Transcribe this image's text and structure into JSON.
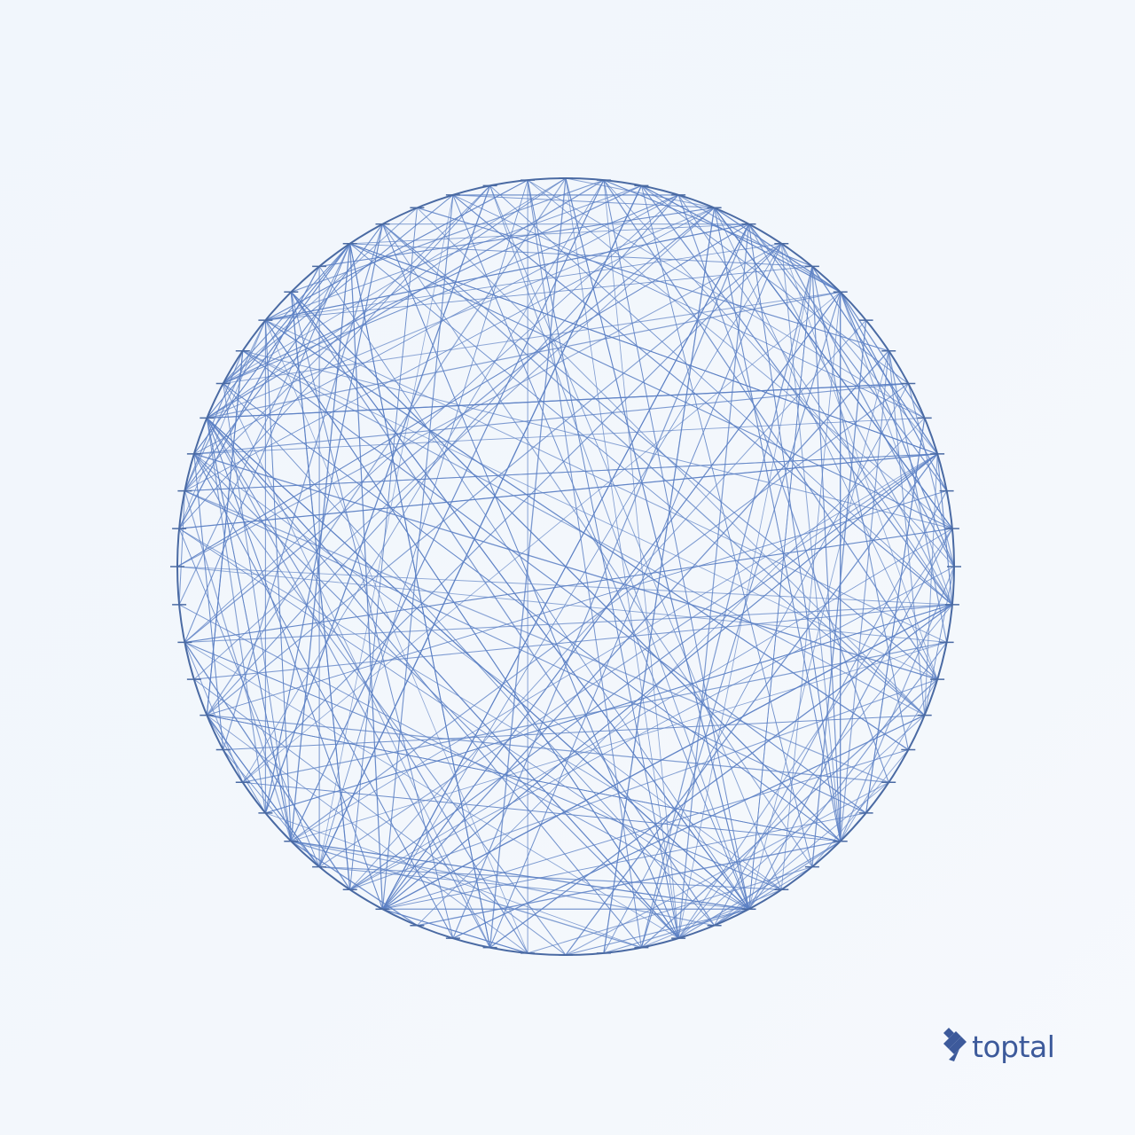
{
  "artwork": {
    "kind": "string-art circle of random chords between evenly spaced pegs",
    "colors": {
      "background": "#f3f7fc",
      "circle": "#4a6aa3",
      "chord": "#5b80c4",
      "peg": "#4a6aa3"
    },
    "peg_count": 64
  },
  "brand": {
    "name": "toptal",
    "icon": "toptal-logo-icon",
    "color": "#3d5a9b"
  }
}
